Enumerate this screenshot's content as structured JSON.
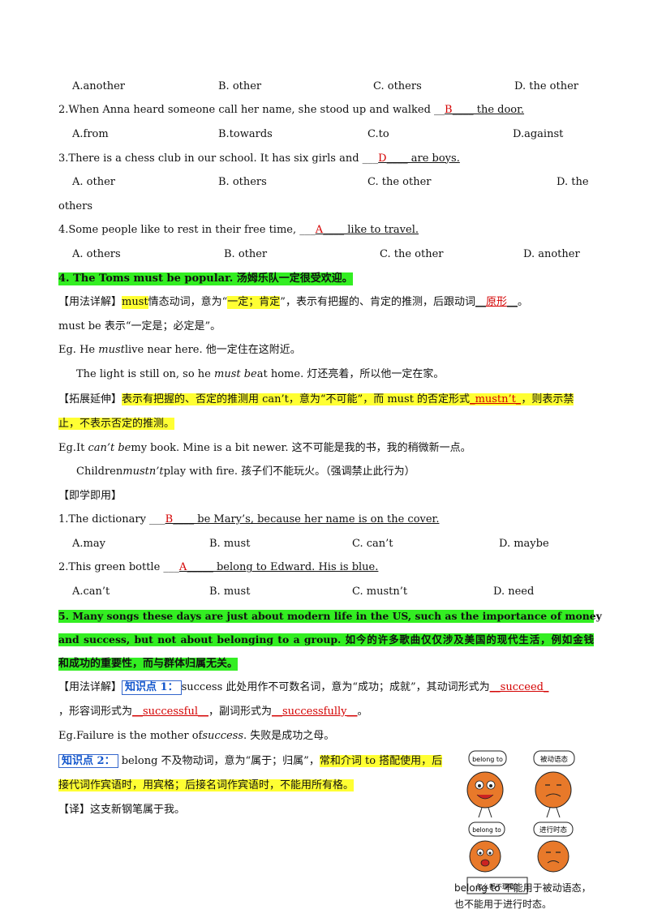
{
  "q1_opts": [
    "A.another",
    "B. other",
    "C. others",
    "D. the other"
  ],
  "q2": {
    "pre": "2.When Anna heard someone call her name, she stood up and walked __",
    "ans": "B",
    "post": "____ the door."
  },
  "q2_opts": [
    "A.from",
    "B.towards",
    "C.to",
    "D.against"
  ],
  "q3": {
    "pre": "3.There is a chess club in our school. It has six girls and ___",
    "ans": "D",
    "post": "____ are boys."
  },
  "q3_opts": [
    "A. other",
    "B. others",
    "C. the other",
    "D. the"
  ],
  "q3_cont": "others",
  "q4": {
    "pre": "4.Some people like to rest in their free time, ___",
    "ans": "A",
    "post": "____ like to travel."
  },
  "q4_opts": [
    "A. others",
    "B. other",
    "C. the other",
    "D. another"
  ],
  "s4_title": "4. The Toms must be popular. 汤姆乐队一定很受欢迎。",
  "s4_usage": {
    "tag": "【用法详解】",
    "a": "must",
    "b": "情态动词，意为“",
    "c": "一定；肯定",
    "d": "”，表示有把握的、肯定的推测，后跟动词",
    "blank_pre": "__",
    "blank": "原形",
    "blank_post": "__",
    "end": "。"
  },
  "s4_line2": "must be 表示“一定是；必定是”。",
  "s4_eg1": {
    "a": "Eg. He ",
    "b": "must",
    "c": " live near here. 他一定住在这附近。"
  },
  "s4_eg2": {
    "a": "The light is still on, so he ",
    "b": "must be",
    "c": " at home. 灯还亮着，所以他一定在家。"
  },
  "s4_ext": {
    "tag": "【拓展延伸】",
    "a": "表示有把握的、否定的推测用 can’t，意为“不可能”，而 must 的否定形式",
    "blank": "_mustn’t_",
    "b": "，则表示禁止，不表示否定的推测。"
  },
  "s4_eg3": {
    "a": "Eg.It ",
    "b": "can’t be",
    "c": " my book. Mine is a bit newer. 这不可能是我的书，我的稍微新一点。"
  },
  "s4_eg4": {
    "a": "Children ",
    "b": "mustn’t",
    "c": " play with fire. 孩子们不能玩火。（强调禁止此行为）"
  },
  "practice_tag": "【即学即用】",
  "p1": {
    "pre": "1.The dictionary ___",
    "ans": "B",
    "post": "____ be Mary’s, because her name is on the cover."
  },
  "p1_opts": [
    "A.may",
    "B. must",
    "C. can’t",
    "D. maybe"
  ],
  "p2": {
    "pre": "2.This green bottle ___",
    "ans": "A",
    "post": "_____ belong to Edward. His is blue."
  },
  "p2_opts": [
    "A.can’t",
    "B. must",
    "C. mustn’t",
    "D. need"
  ],
  "s5_title_1": "5. Many songs these days are just about modern life in the US, such as the importance of money",
  "s5_title_2": "and success, but not about belonging to a group. 如今的许多歌曲仅仅涉及美国的现代生活，例如金钱",
  "s5_title_3": "和成功的重要性，而与群体归属无关。",
  "s5_k1": {
    "tag": "【用法详解】",
    "box": "知识点 1：",
    "a": " success 此处用作不可数名词，意为“成功；成就”，其动词形式为",
    "verb": "__succeed_",
    "b": "，形容词形式为",
    "adj": "__successful__",
    "c": "，副词形式为",
    "adv": "__successfully__",
    "d": "。"
  },
  "s5_eg": {
    "a": "Eg.Failure is the mother of ",
    "b": "success",
    "c": ". 失败是成功之母。"
  },
  "s5_k2": {
    "box": "知识点 2：",
    "a": " belong 不及物动词，意为“属于；归属”，",
    "b": "常和介词 to 搭配使",
    "c": "用，后接代词作宾语时，用宾格；后接名词作宾语时，不能用所有格。"
  },
  "s5_translate": "【译】这支新钢笔属于我。",
  "cartoon": {
    "bubble1": "belong to",
    "bubble2": "被动语态",
    "bubble3": "belong to",
    "bubble4": "进行时态",
    "bubble5": "怎么都不理我?"
  },
  "caption_1": "belong to 不能用于被动语态，",
  "caption_2": "也不能用于进行时态。"
}
